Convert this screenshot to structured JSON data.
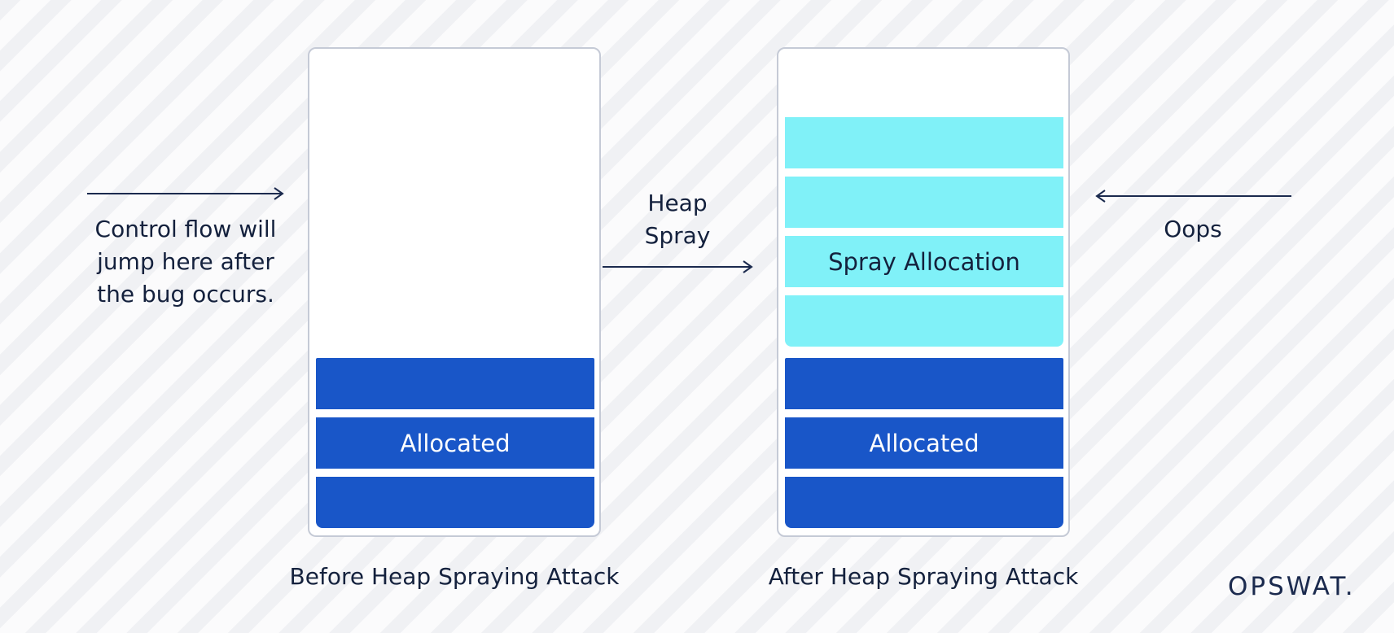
{
  "diagram": {
    "before_caption": "Before Heap Spraying Attack",
    "after_caption": "After Heap Spraying Attack",
    "allocated_label": "Allocated",
    "spray_allocation_label": "Spray Allocation",
    "control_flow_note": "Control flow will\njump here after\nthe bug occurs.",
    "heap_spray_label": "Heap\nSpray",
    "oops_label": "Oops"
  },
  "brand": {
    "logo_text": "OPSWAT."
  },
  "colors": {
    "allocated": "#1956c8",
    "spray": "#80f1f8",
    "text": "#14213d",
    "panel_border": "#c5cad6"
  }
}
